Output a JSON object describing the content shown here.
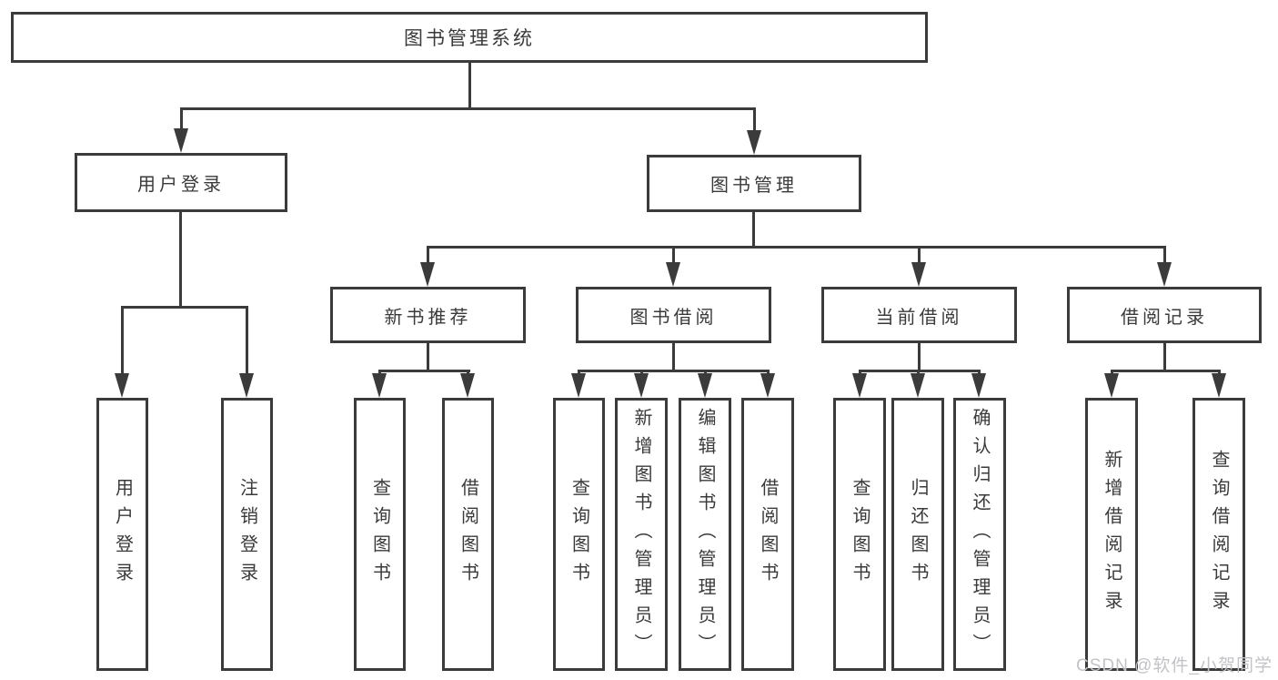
{
  "diagram": {
    "root": {
      "label": "图书管理系统"
    },
    "level1": {
      "user_login": {
        "label": "用户登录"
      },
      "book_management": {
        "label": "图书管理"
      }
    },
    "level2": {
      "new_book_recommend": {
        "label": "新书推荐"
      },
      "book_borrowing": {
        "label": "图书借阅"
      },
      "current_borrowing": {
        "label": "当前借阅"
      },
      "borrowing_records": {
        "label": "借阅记录"
      }
    },
    "leaves": {
      "user_login": {
        "label": "用户登录"
      },
      "logout": {
        "label": "注销登录"
      },
      "recommend_query_books": {
        "label": "查询图书"
      },
      "recommend_borrow_books": {
        "label": "借阅图书"
      },
      "borrowing_query_books": {
        "label": "查询图书"
      },
      "borrowing_add_books": {
        "label": "新增图书（管理员）"
      },
      "borrowing_edit_books": {
        "label": "编辑图书（管理员）"
      },
      "borrowing_borrow_books": {
        "label": "借阅图书"
      },
      "current_query_books": {
        "label": "查询图书"
      },
      "current_return_books": {
        "label": "归还图书"
      },
      "current_confirm_return": {
        "label": "确认归还（管理员）"
      },
      "records_add_record": {
        "label": "新增借阅记录"
      },
      "records_query_record": {
        "label": "查询借阅记录"
      }
    }
  },
  "watermark": {
    "text": "CSDN @软件_小贺同学"
  },
  "colors": {
    "line": "#3b3b3b",
    "text": "#3a3a3a",
    "background": "#ffffff",
    "watermark": "#c3c3c7"
  }
}
